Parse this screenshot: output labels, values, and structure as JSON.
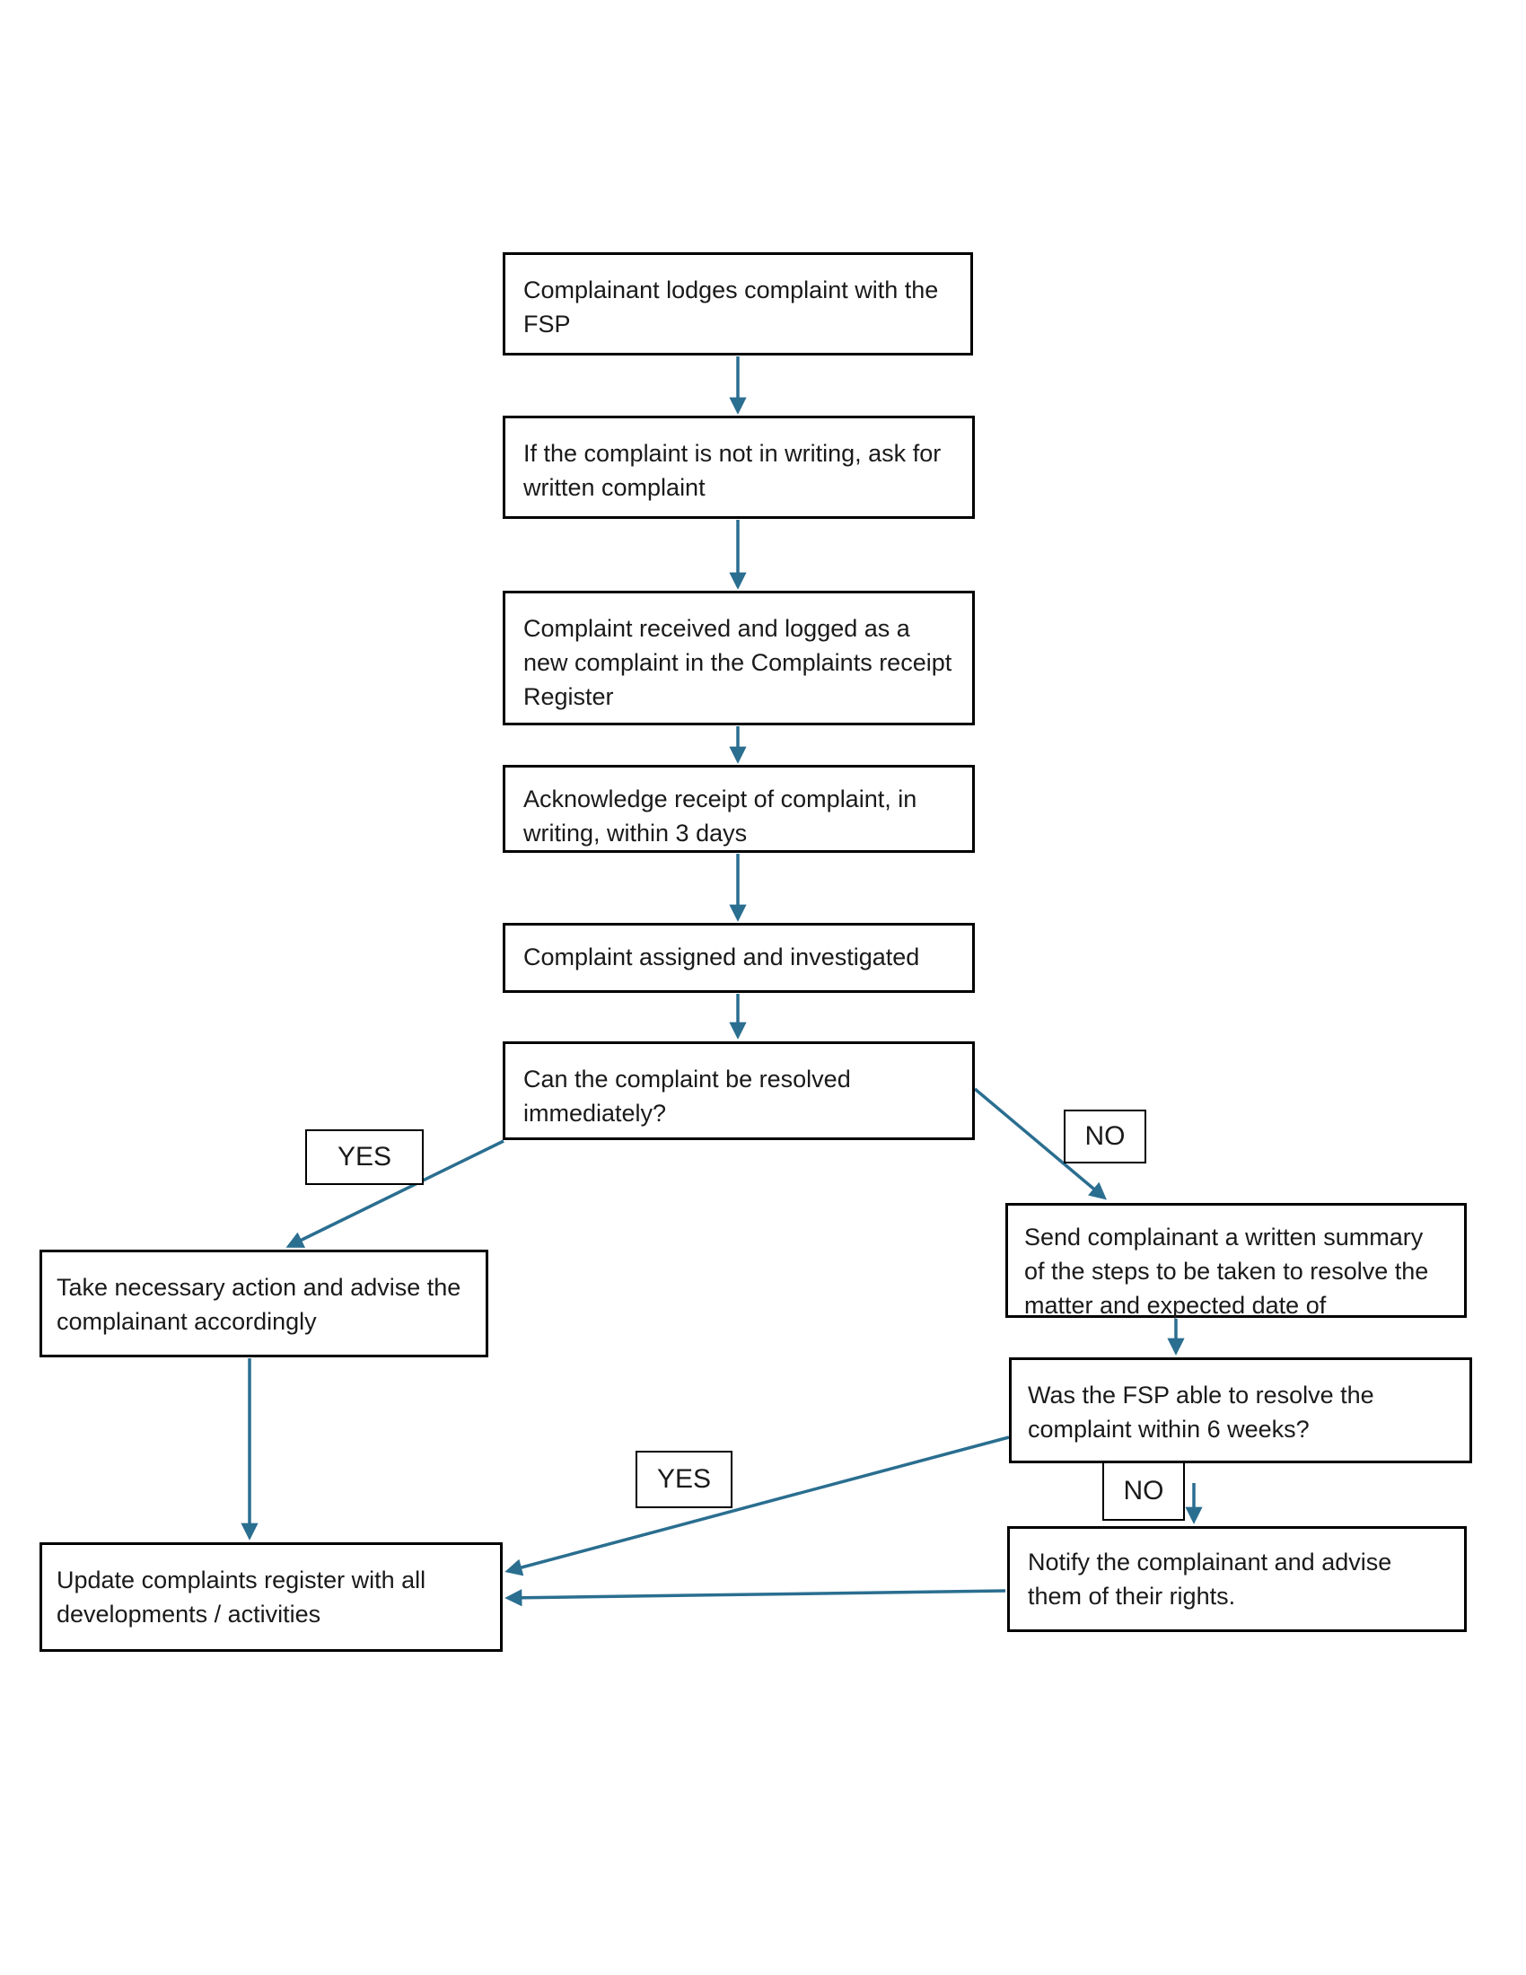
{
  "diagram": {
    "type": "flowchart",
    "background": "#ffffff",
    "colors": {
      "connector": "#2A6E90",
      "box_border": "#000000",
      "box_fill": "#ffffff",
      "text": "#1a1a1a"
    },
    "nodes": {
      "lodge": {
        "text": "Complainant lodges complaint with the FSP"
      },
      "request_written": {
        "text": "If the complaint is not in writing, ask for written complaint"
      },
      "log_complaint": {
        "text": "Complaint received and logged as a new complaint in the Complaints receipt Register"
      },
      "acknowledge": {
        "text": "Acknowledge receipt of complaint, in writing, within 3 days"
      },
      "assign": {
        "text": "Complaint assigned and investigated"
      },
      "resolve_question": {
        "text": "Can the complaint be resolved immediately?"
      },
      "take_action": {
        "text": "Take necessary action and advise the complainant accordingly"
      },
      "send_summary": {
        "text": "Send complainant a written summary of the steps to be taken to resolve the matter and expected date of"
      },
      "six_weeks_question": {
        "text": "Was the FSP able to resolve the complaint within 6 weeks?"
      },
      "notify_rights": {
        "text": "Notify the complainant and advise them of their rights."
      },
      "update_register": {
        "text": "Update complaints register with all developments / activities"
      }
    },
    "labels": {
      "yes1": "YES",
      "no1": "NO",
      "yes2": "YES",
      "no2": "NO"
    },
    "edges": [
      {
        "from": "lodge",
        "to": "request_written",
        "label": ""
      },
      {
        "from": "request_written",
        "to": "log_complaint",
        "label": ""
      },
      {
        "from": "log_complaint",
        "to": "acknowledge",
        "label": ""
      },
      {
        "from": "acknowledge",
        "to": "assign",
        "label": ""
      },
      {
        "from": "assign",
        "to": "resolve_question",
        "label": ""
      },
      {
        "from": "resolve_question",
        "to": "take_action",
        "label": "YES"
      },
      {
        "from": "resolve_question",
        "to": "send_summary",
        "label": "NO"
      },
      {
        "from": "send_summary",
        "to": "six_weeks_question",
        "label": ""
      },
      {
        "from": "six_weeks_question",
        "to": "update_register",
        "label": "YES"
      },
      {
        "from": "six_weeks_question",
        "to": "notify_rights",
        "label": "NO"
      },
      {
        "from": "notify_rights",
        "to": "update_register",
        "label": ""
      },
      {
        "from": "take_action",
        "to": "update_register",
        "label": ""
      }
    ]
  }
}
